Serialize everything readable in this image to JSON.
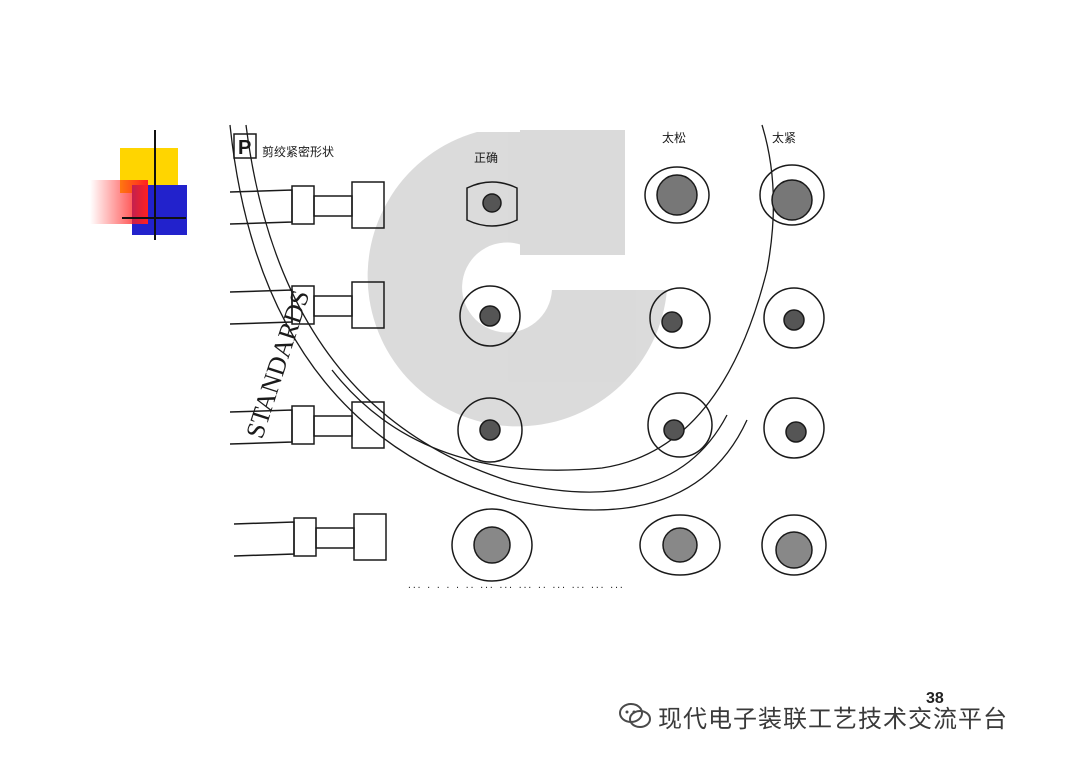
{
  "figure": {
    "header_logo": "P",
    "header_title": "剪绞紧密形状",
    "columns": [
      {
        "label": "正确"
      },
      {
        "label": "太松"
      },
      {
        "label": "太紧"
      }
    ],
    "stamp_text": "STANDARDS",
    "caption_fragment": "... . . . . .. ... ... ... .. ... ... ... ..."
  },
  "page_number": "38",
  "watermark": {
    "text": "现代电子装联工艺技术交流平台",
    "icon": "wechat-icon"
  },
  "colors": {
    "deco_yellow": "#ffd500",
    "deco_red": "#ff2020",
    "deco_blue": "#2222cc",
    "line_art": "#1a1a1a",
    "watermark_gray": "#bdbdbd"
  }
}
